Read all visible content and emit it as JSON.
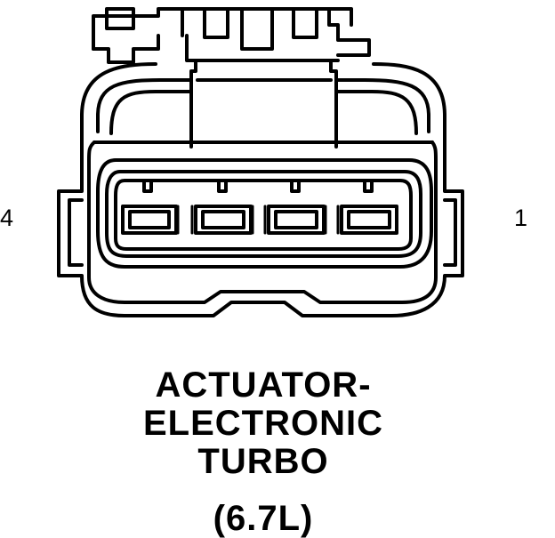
{
  "connector": {
    "pin_left_label": "4",
    "pin_right_label": "1",
    "cavity_count": 4
  },
  "caption": {
    "line1": "ACTUATOR-",
    "line2": "ELECTRONIC",
    "line3": "TURBO",
    "line4": "(6.7L)"
  }
}
